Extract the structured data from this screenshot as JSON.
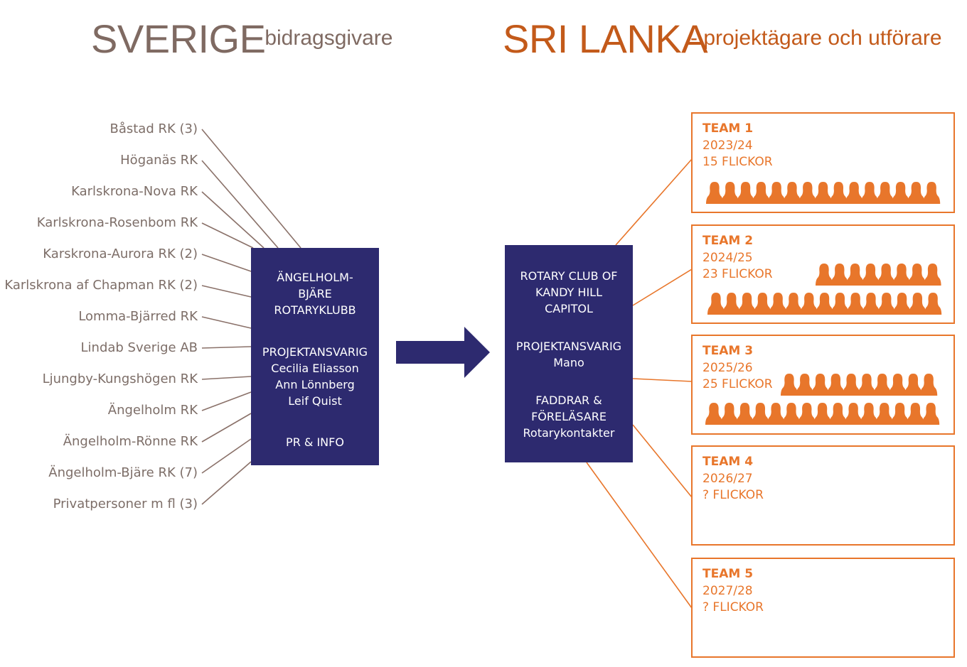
{
  "header": {
    "left_title": "SVERIGE",
    "left_subtitle": "- bidragsgivare",
    "right_title": "SRI LANKA",
    "right_subtitle": "- projektägare och utförare"
  },
  "donors": [
    "Båstad RK (3)",
    "Höganäs RK",
    "Karlskrona-Nova RK",
    "Karlskrona-Rosenbom RK",
    "Karskrona-Aurora RK (2)",
    "Karlskrona af Chapman RK (2)",
    "Lomma-Bjärred RK",
    "Lindab Sverige AB",
    "Ljungby-Kungshögen RK",
    "Ängelholm RK",
    "Ängelholm-Rönne RK",
    "Ängelholm-Bjäre RK (7)",
    "Privatpersoner m fl (3)"
  ],
  "sweden_box": {
    "club_lines": [
      "ÄNGELHOLM-",
      "BJÄRE",
      "ROTARYKLUBB"
    ],
    "responsible_lines": [
      "PROJEKTANSVARIG",
      "Cecilia Eliasson",
      "Ann Lönnberg",
      "Leif Quist"
    ],
    "pr_line": "PR & INFO"
  },
  "srilanka_box": {
    "club_lines": [
      "ROTARY CLUB OF",
      "KANDY HILL",
      "CAPITOL"
    ],
    "responsible_lines": [
      "PROJEKTANSVARIG",
      "Mano"
    ],
    "sponsor_lines": [
      "FADDRAR &",
      "FÖRELÄSARE",
      "Rotarykontakter"
    ]
  },
  "teams": [
    {
      "name": "TEAM 1",
      "year": "2023/24",
      "count_label": "15 FLICKOR",
      "girls_rows": [
        15
      ]
    },
    {
      "name": "TEAM 2",
      "year": "2024/25",
      "count_label": "23 FLICKOR",
      "girls_rows": [
        8,
        15
      ]
    },
    {
      "name": "TEAM 3",
      "year": "2025/26",
      "count_label": "25 FLICKOR",
      "girls_rows": [
        10,
        15
      ]
    },
    {
      "name": "TEAM 4",
      "year": "2026/27",
      "count_label": "? FLICKOR",
      "girls_rows": []
    },
    {
      "name": "TEAM 5",
      "year": "2027/28",
      "count_label": "? FLICKOR",
      "girls_rows": []
    }
  ],
  "icons": {
    "arrow": "right-arrow-icon",
    "girl": "girl-silhouette-icon"
  },
  "colors": {
    "sweden_title": "#7f6a62",
    "donor_text": "#7d6e68",
    "donor_lines": "#8a7169",
    "navy": "#2d2a6f",
    "orange": "#e8762b",
    "srilanka_title": "#c35a1a"
  }
}
